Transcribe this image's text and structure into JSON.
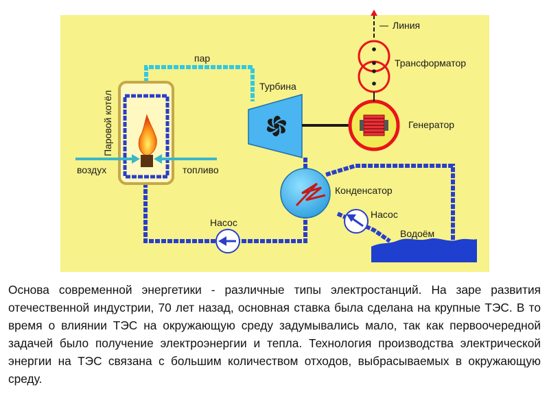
{
  "diagram": {
    "labels": {
      "steam": "пар",
      "boiler": "Паровой котёл",
      "air": "воздух",
      "fuel": "топливо",
      "turbine": "Турбина",
      "line": "Линия",
      "transformer": "Трансформатор",
      "generator": "Генератор",
      "condenser": "Конденсатор",
      "pump_left": "Насос",
      "pump_right": "Насос",
      "reservoir": "Водоём"
    },
    "colors": {
      "background": "#f7f28a",
      "pipe_cyan": "#35c8e0",
      "pipe_blue": "#2a3fc8",
      "boiler_fill": "#fff8c0",
      "boiler_border": "#c4a84a",
      "turbine": "#4ab5f0",
      "generator_ring": "#e8141a",
      "water": "#1f3fcf",
      "arrow_cyan": "#3ab7c9"
    },
    "icons": {
      "boiler": "flame-icon",
      "turbine": "turbine-icon",
      "generator": "coil-icon",
      "pump": "arrow-circle-icon"
    }
  },
  "caption": {
    "text": "Основа современной энергетики - различные типы электростанций. На заре развития отечественной индустрии, 70 лет назад, основная ставка была сделана на крупные ТЭС. В то время о влиянии ТЭС на окружающую среду задумывались мало, так как первоочередной задачей было получение электроэнергии и тепла. Технология производства электрической энергии на ТЭС связана с большим количеством отходов, выбрасываемых в окружающую среду."
  }
}
